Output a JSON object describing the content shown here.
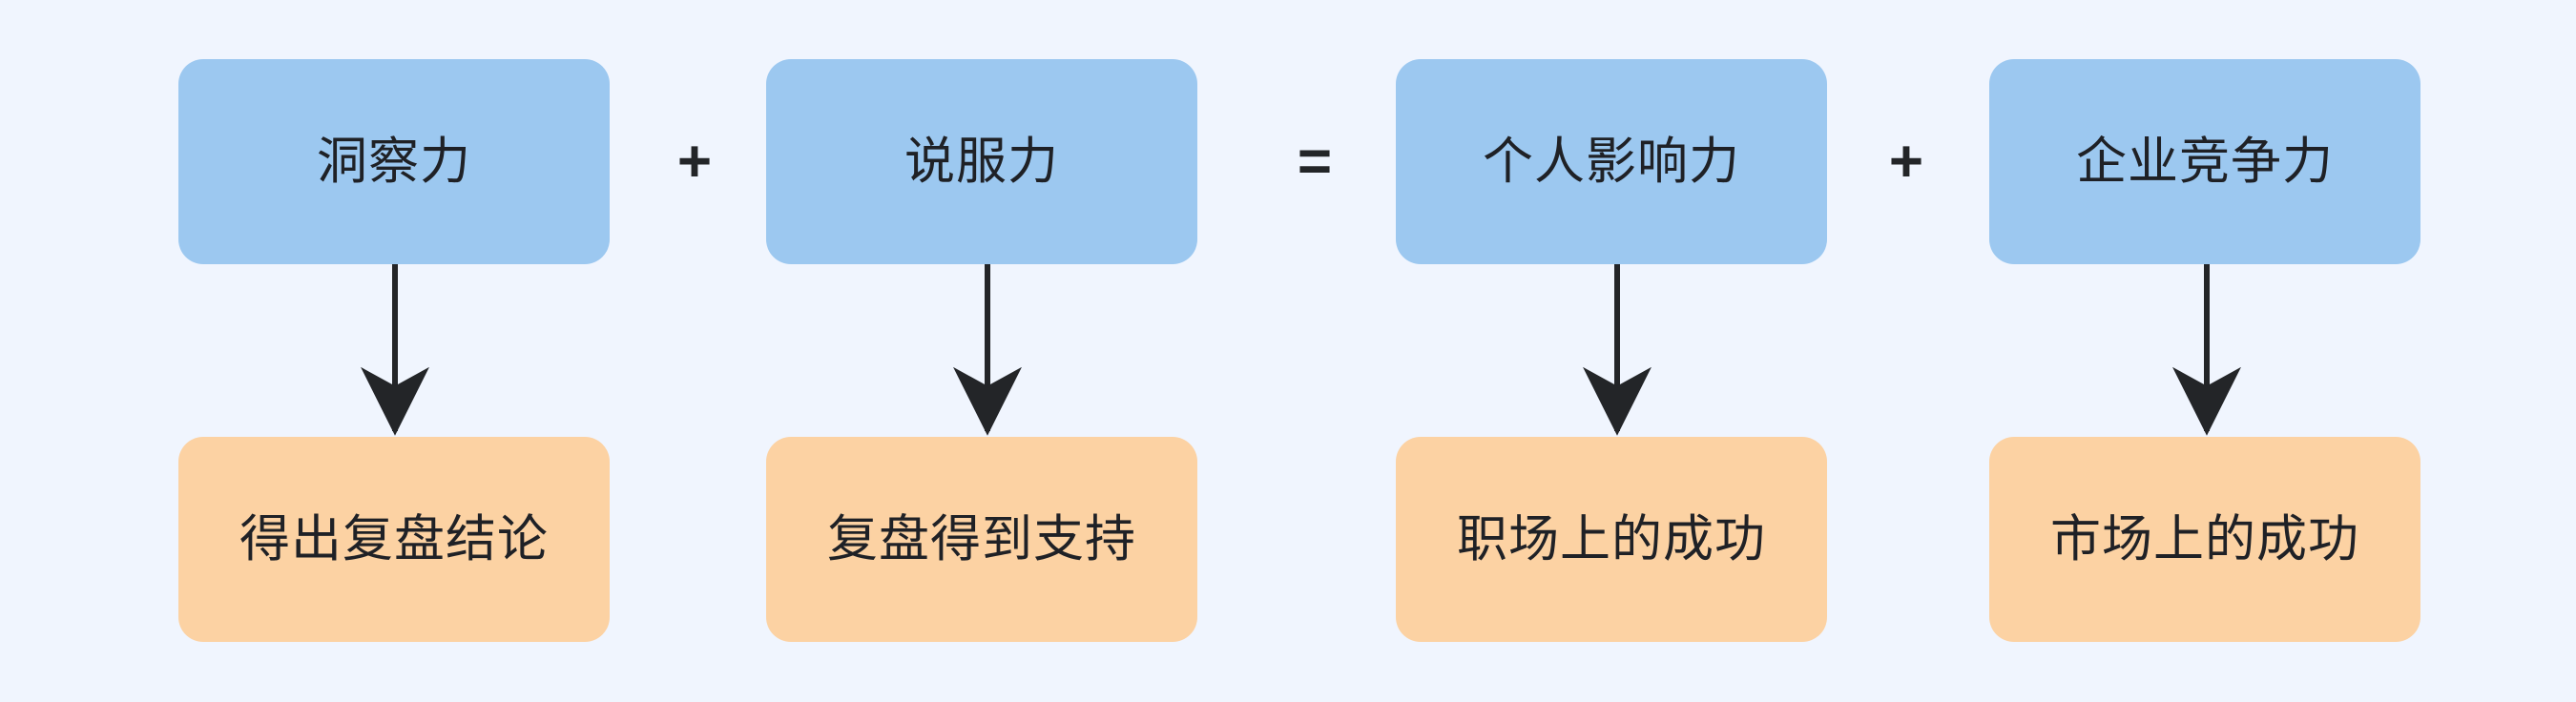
{
  "diagram": {
    "type": "flowchart",
    "background_color": "#f0f5fe",
    "top_node_color": "#9cc8f0",
    "bottom_node_color": "#fcd2a3",
    "text_color": "#1f2126",
    "edge_color": "#232528",
    "top_row": [
      {
        "id": "insight",
        "label": "洞察力"
      },
      {
        "id": "persuasion",
        "label": "说服力"
      },
      {
        "id": "personal-influence",
        "label": "个人影响力"
      },
      {
        "id": "corporate-competitiveness",
        "label": "企业竞争力"
      }
    ],
    "operators": [
      {
        "id": "plus-1",
        "symbol": "+"
      },
      {
        "id": "equals",
        "symbol": "="
      },
      {
        "id": "plus-2",
        "symbol": "+"
      }
    ],
    "bottom_row": [
      {
        "id": "review-conclusion",
        "label": "得出复盘结论"
      },
      {
        "id": "review-support",
        "label": "复盘得到支持"
      },
      {
        "id": "workplace-success",
        "label": "职场上的成功"
      },
      {
        "id": "market-success",
        "label": "市场上的成功"
      }
    ],
    "edges": [
      {
        "from": "insight",
        "to": "review-conclusion"
      },
      {
        "from": "persuasion",
        "to": "review-support"
      },
      {
        "from": "personal-influence",
        "to": "workplace-success"
      },
      {
        "from": "corporate-competitiveness",
        "to": "market-success"
      }
    ]
  }
}
